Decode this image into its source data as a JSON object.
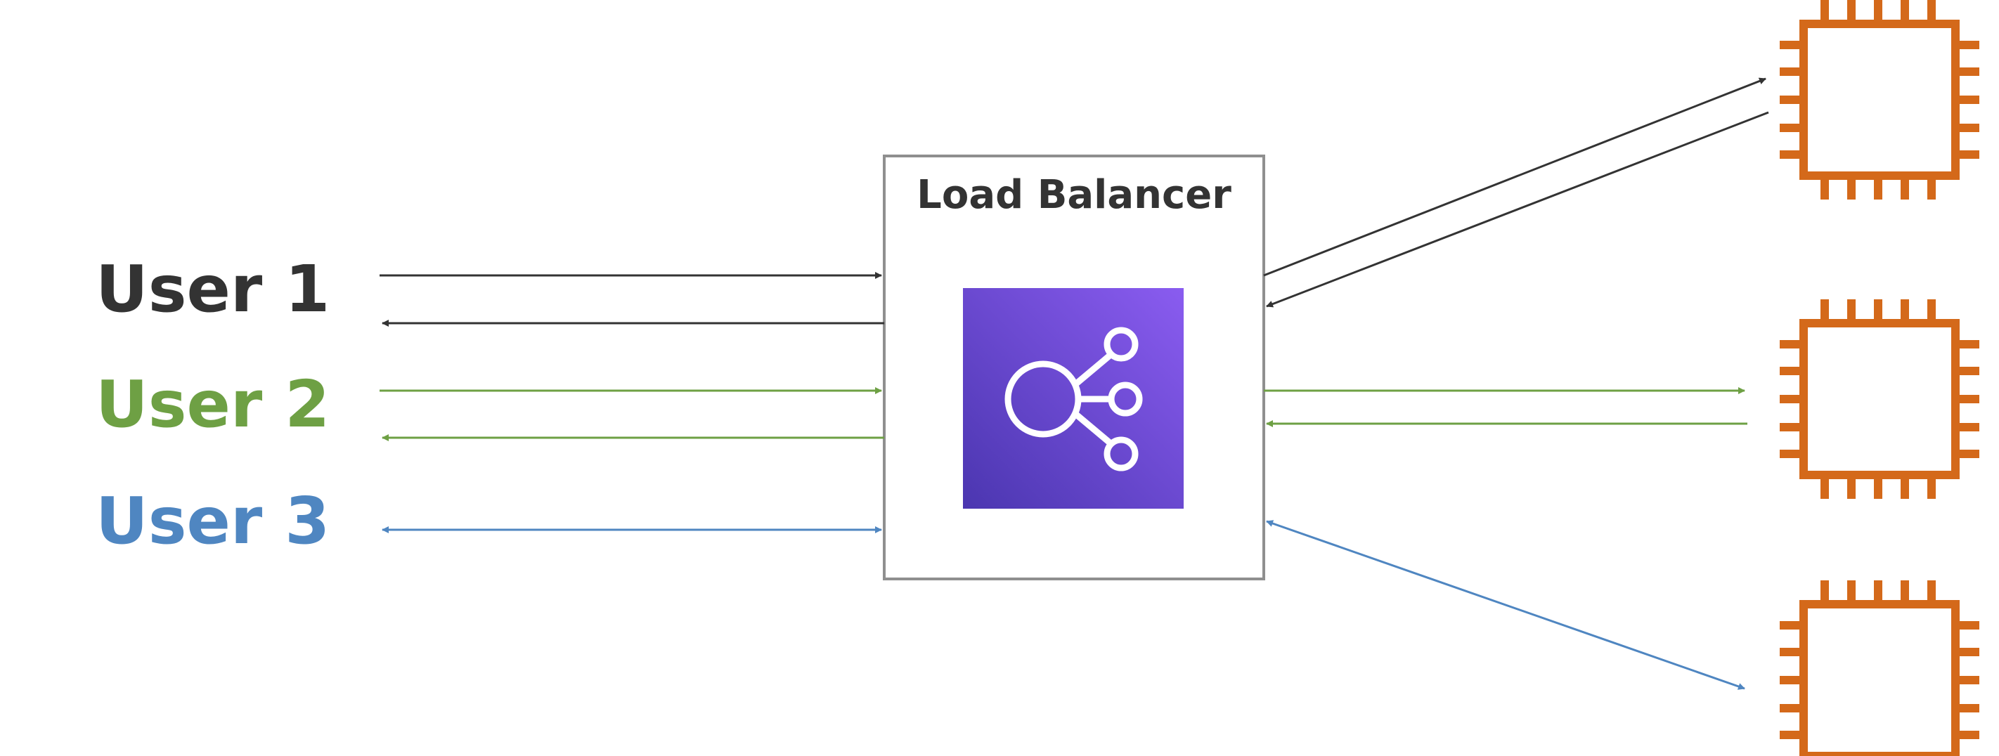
{
  "users": [
    {
      "label": "User 1",
      "color": "#333333"
    },
    {
      "label": "User 2",
      "color": "#6ea044"
    },
    {
      "label": "User 3",
      "color": "#4f86c1"
    }
  ],
  "load_balancer": {
    "title": "Load Balancer",
    "icon": "elastic-load-balancing-icon",
    "icon_gradient": [
      "#8a5cf0",
      "#4b36b0"
    ]
  },
  "instances": [
    {
      "icon": "ec2-instance-chip-icon",
      "color": "#d4691a"
    },
    {
      "icon": "ec2-instance-chip-icon",
      "color": "#d4691a"
    },
    {
      "icon": "ec2-instance-chip-icon",
      "color": "#d4691a"
    }
  ],
  "colors": {
    "box_border": "#8f8f8f",
    "instance": "#d4691a"
  }
}
